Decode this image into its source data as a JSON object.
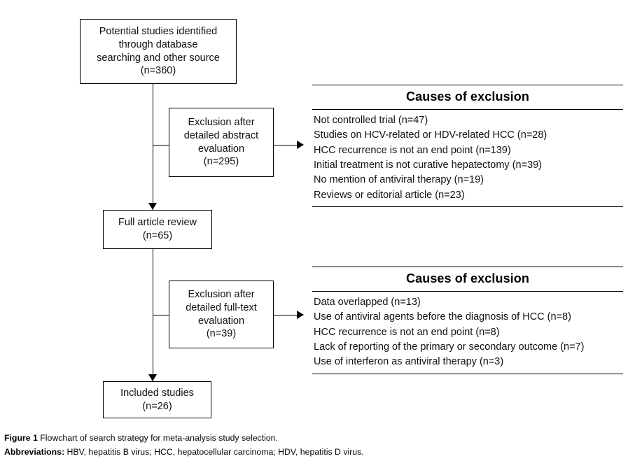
{
  "figure": {
    "boxes": {
      "potential_studies": {
        "lines": [
          "Potential studies identified",
          "through database",
          "searching and other source",
          "(n=360)"
        ]
      },
      "exclusion_abstract": {
        "lines": [
          "Exclusion after",
          "detailed abstract",
          "evaluation",
          "(n=295)"
        ]
      },
      "full_article_review": {
        "lines": [
          "Full article review",
          "(n=65)"
        ]
      },
      "exclusion_fulltext": {
        "lines": [
          "Exclusion after",
          "detailed full-text",
          "evaluation",
          "(n=39)"
        ]
      },
      "included_studies": {
        "lines": [
          "Included studies",
          "(n=26)"
        ]
      }
    },
    "causes_panels": [
      {
        "title": "Causes of exclusion",
        "items": [
          "Not controlled trial (n=47)",
          "Studies on HCV-related or HDV-related HCC (n=28)",
          "HCC recurrence is not an end point (n=139)",
          "Initial treatment is not curative hepatectomy (n=39)",
          "No mention of antiviral therapy (n=19)",
          "Reviews or editorial article (n=23)"
        ]
      },
      {
        "title": "Causes of exclusion",
        "items": [
          "Data overlapped (n=13)",
          "Use of antiviral agents before the diagnosis of HCC (n=8)",
          "HCC recurrence is not an end point (n=8)",
          "Lack of reporting of the primary or secondary outcome (n=7)",
          "Use of interferon as antiviral therapy (n=3)"
        ]
      }
    ],
    "caption": {
      "figure_label": "Figure 1",
      "figure_text": " Flowchart of search strategy for meta-analysis study selection.",
      "abbreviations_label": "Abbreviations:",
      "abbreviations_text": " HBV, hepatitis B virus; HCC, hepatocellular carcinoma; HDV, hepatitis D virus."
    },
    "colors": {
      "stroke": "#000000",
      "background": "#ffffff",
      "text": "#111111"
    }
  }
}
